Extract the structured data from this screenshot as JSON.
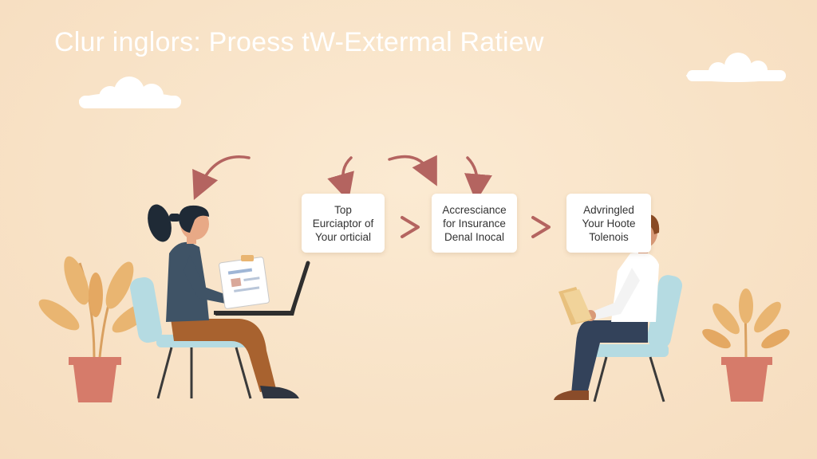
{
  "title": "Clur inglors: Proess tW-Extermal Ratiew",
  "steps": [
    {
      "lines": [
        "Top",
        "Eurciaptor of",
        "Your orticial"
      ]
    },
    {
      "lines": [
        "Accresciance",
        "for Insurance",
        "Denal Inocal"
      ]
    },
    {
      "lines": [
        "Advringled",
        "Your Hoote",
        "Tolenois"
      ]
    }
  ],
  "colors": {
    "background": "#f8e5cb",
    "arrow": "#b46460",
    "box": "#ffffff",
    "chair": "#b5dbe2",
    "pot": "#d67b6a",
    "leaf": "#e9b571"
  },
  "icons": {
    "next": "chevron-right-icon",
    "cycle": "curved-arrow-icon"
  }
}
